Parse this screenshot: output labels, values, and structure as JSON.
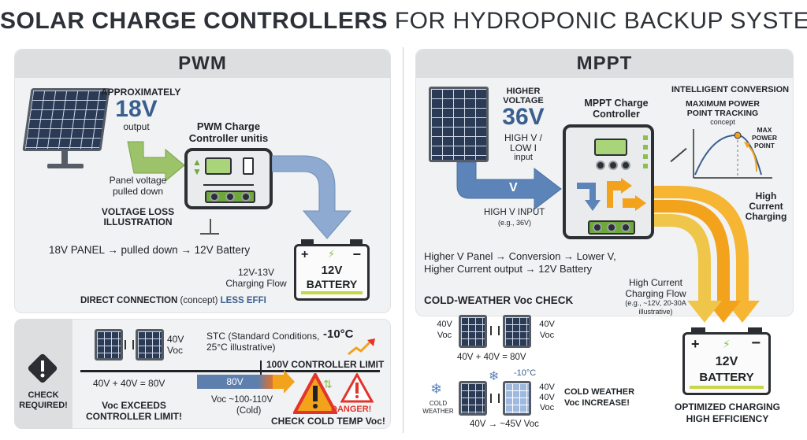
{
  "title": {
    "bold": "SOLAR CHARGE CONTROLLERS",
    "light": "FOR HYDROPONIC BACKUP SYSTEMS"
  },
  "pwm": {
    "header": "PWM",
    "approx_label": "APPROXIMATELY",
    "panel_voltage": "18V",
    "output_label": "output",
    "controller_label_1": "PWM Charge",
    "controller_label_2": "Controller unitis",
    "panel_pulled_1": "Panel voltage",
    "panel_pulled_2": "pulled down",
    "voltage_loss_1": "VOLTAGE LOSS",
    "voltage_loss_2": "ILLUSTRATION",
    "flow_text": "18V PANEL → pulled down → 12V Battery",
    "charging_flow_1": "12V-13V",
    "charging_flow_2": "Charging Flow",
    "battery_line1": "12V",
    "battery_line2": "BATTERY",
    "battery_plus": "+",
    "battery_minus": "−",
    "direct_conn": "DIRECT CONNECTION",
    "direct_concept": "(concept)",
    "less_effi": "LESS EFFI"
  },
  "check": {
    "check_1": "CHECK",
    "check_2": "REQUIRED!",
    "voc_label": "40V",
    "voc_sub": "Voc",
    "stc_1": "STC (Standard Conditions,",
    "stc_temp": "-10°C",
    "stc_2": "25°C illustrative)",
    "limit": "100V CONTROLLER LIMIT",
    "sum": "40V + 40V = 80V",
    "bar_value": "80V",
    "voc_range_1": "Voc ~100-110V",
    "voc_range_2": "(Cold)",
    "exceeds_1": "Voc EXCEEDS",
    "exceeds_2": "CONTROLLER LIMIT!",
    "danger": "DANGER!",
    "check_cold": "CHECK COLD TEMP Voc!"
  },
  "mppt": {
    "header": "MPPT",
    "higher_1": "HIGHER",
    "higher_2": "VOLTAGE",
    "voltage": "36V",
    "high_v_1": "HIGH V /",
    "high_v_2": "LOW I",
    "input": "input",
    "controller_1": "MPPT Charge",
    "controller_2": "Controller",
    "intelligent": "INTELLIGENT CONVERSION",
    "mpt_1": "MAXIMUM POWER",
    "mpt_2": "POINT TRACKING",
    "concept": "concept",
    "max_1": "MAX",
    "max_2": "POWER",
    "max_3": "POINT",
    "v_arrow": "V",
    "high_v_input": "HIGH V INPUT",
    "high_v_eg": "(e.g., 36V)",
    "high_current_1": "High",
    "high_current_2": "Current",
    "high_current_3": "Charging",
    "conv_1": "Higher V Panel → Conversion → Lower V,",
    "conv_2": "Higher Current output → 12V Battery",
    "hc_flow_1": "High Current",
    "hc_flow_2": "Charging Flow",
    "hc_flow_3": "(e.g., ~12V, 20-30A",
    "hc_flow_4": "illustrative)",
    "cold_check": "COLD-WEATHER Voc CHECK",
    "v40": "40V",
    "voc": "Voc",
    "sum": "40V + 40V = 80V",
    "minus10": "-10°C",
    "cold_weather_1": "COLD",
    "cold_weather_2": "WEATHER",
    "cold_inc_1": "COLD WEATHER",
    "cold_inc_2": "Voc INCREASE!",
    "approx45": "40V → ~45V Voc",
    "battery_line1": "12V",
    "battery_line2": "BATTERY",
    "battery_plus": "+",
    "battery_minus": "−",
    "optimized_1": "OPTIMIZED CHARGING",
    "optimized_2": "HIGH EFFICIENCY"
  },
  "colors": {
    "accent_blue": "#4a73a8",
    "accent_orange": "#f3a21b",
    "danger_red": "#e2342b",
    "green": "#8cbf4d"
  }
}
